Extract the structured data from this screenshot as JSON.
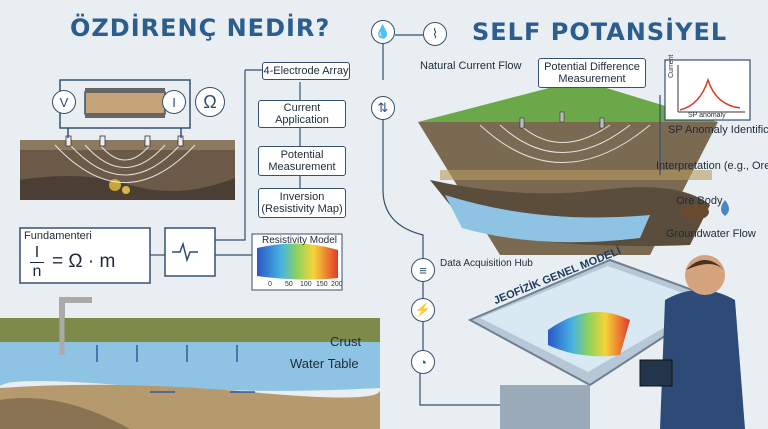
{
  "left": {
    "title": "ÖZDİRENÇ NEDİR?",
    "meters": {
      "v": "V",
      "i": "I",
      "ohm": "Ω"
    },
    "flow_steps": [
      "4-Electrode Array",
      "Current\nApplication",
      "Potential\nMeasurement",
      "Inversion\n(Resistivity Map)"
    ],
    "fundamentals_label": "Fundamenteri",
    "formula": {
      "num": "I",
      "den": "n",
      "rhs": "= Ω · m"
    },
    "resistivity_model": {
      "title": "Resistivity Model",
      "ticks": [
        "0",
        "50",
        "100",
        "150",
        "200"
      ]
    },
    "layers": {
      "crust": "Crust",
      "water_table": "Water Table"
    }
  },
  "right": {
    "title": "SELF POTANSİYEL",
    "natural_current": "Natural Current\nFlow",
    "potential_diff": "Potential Difference\nMeasurement",
    "sp_chart": {
      "ylabel": "Current",
      "xlabel": "SP anomaly"
    },
    "sp_identification": "SP Anomaly\nIdentification",
    "interpretation": "Interpretation\n(e.g., Ore or Water Flow)",
    "ore": "Ore\nBody",
    "groundwater": "Groundwater Flow"
  },
  "center": {
    "hub": "Data\nAcquisition\nHub",
    "model_title": "JEOFİZİK GENEL MODELİ"
  },
  "colors": {
    "title_blue": "#2c5d8f",
    "line": "#36506d",
    "water": "#8fc3e3"
  }
}
